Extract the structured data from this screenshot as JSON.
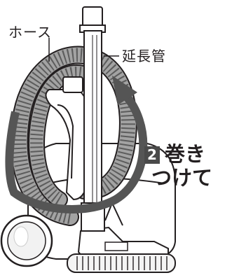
{
  "labels": {
    "hose": "ホース",
    "extension_pipe": "延長管"
  },
  "step": {
    "number": "2",
    "line1": "巻き",
    "line2": "つけて"
  },
  "colors": {
    "outline": "#231f20",
    "hose_fill": "#9a9a9a",
    "arrow": "#555555",
    "step_badge": "#4a4a4a"
  }
}
